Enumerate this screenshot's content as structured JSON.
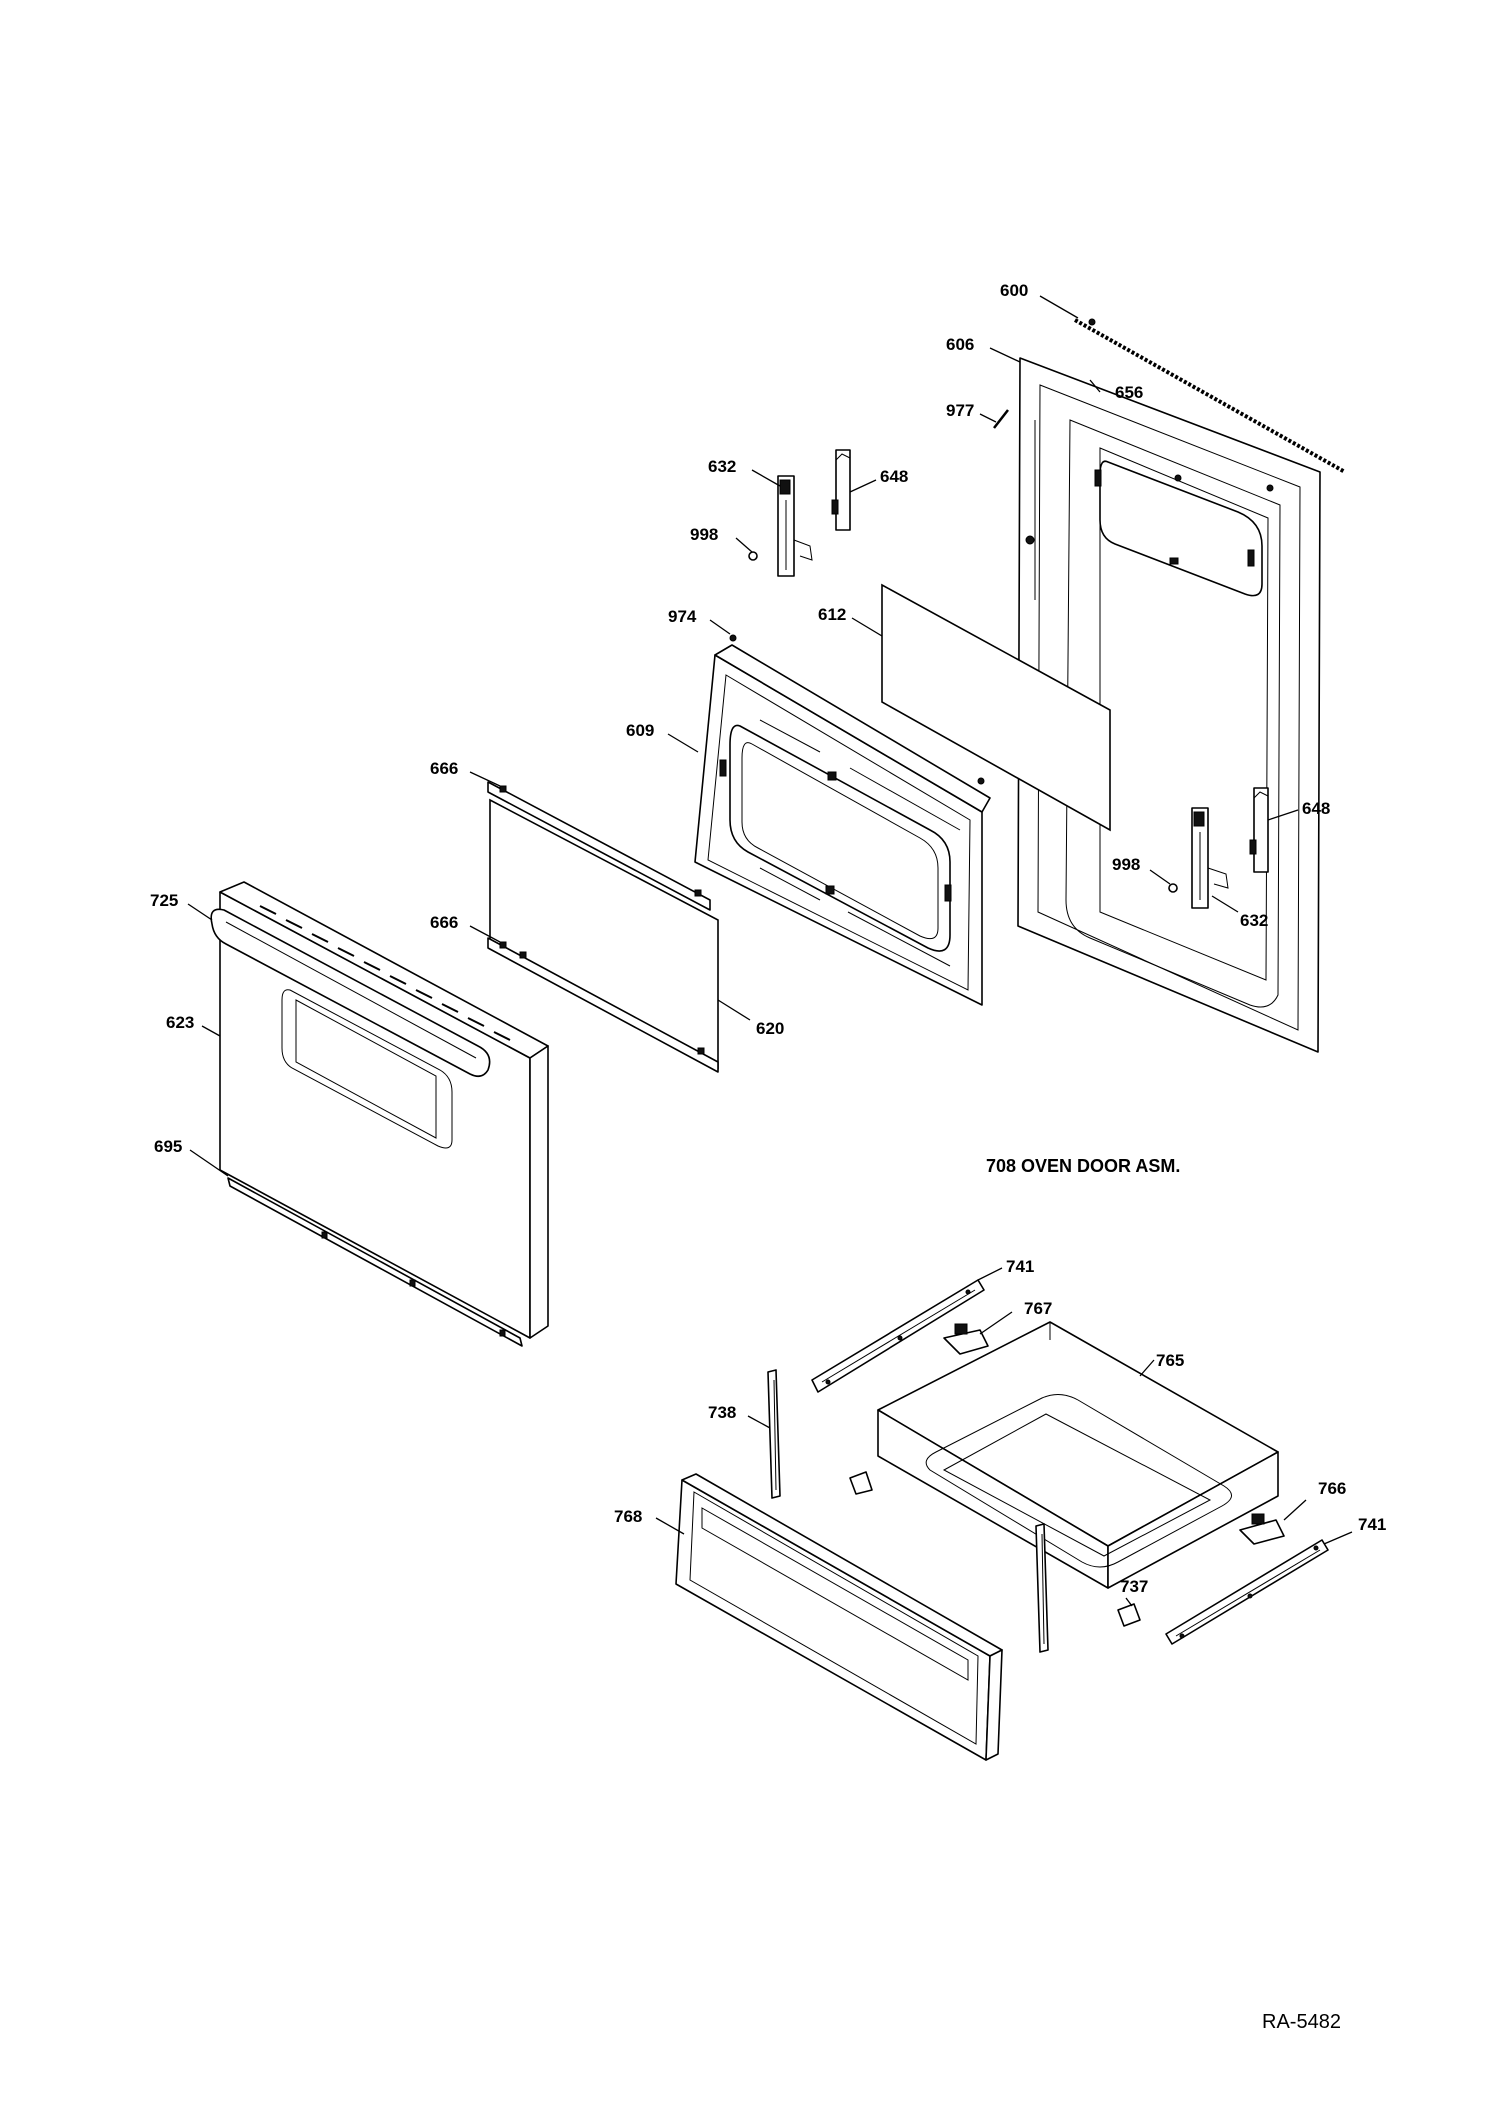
{
  "diagram": {
    "assembly_label": "708  OVEN DOOR ASM.",
    "reference_code": "RA-5482",
    "callouts": {
      "c600": "600",
      "c606": "606",
      "c656": "656",
      "c977": "977",
      "c632a": "632",
      "c648a": "648",
      "c998a": "998",
      "c974": "974",
      "c612": "612",
      "c609": "609",
      "c666a": "666",
      "c666b": "666",
      "c725": "725",
      "c620": "620",
      "c623": "623",
      "c695": "695",
      "c648b": "648",
      "c998b": "998",
      "c632b": "632",
      "c741a": "741",
      "c767": "767",
      "c765": "765",
      "c738": "738",
      "c766": "766",
      "c741b": "741",
      "c768": "768",
      "c737": "737"
    }
  }
}
